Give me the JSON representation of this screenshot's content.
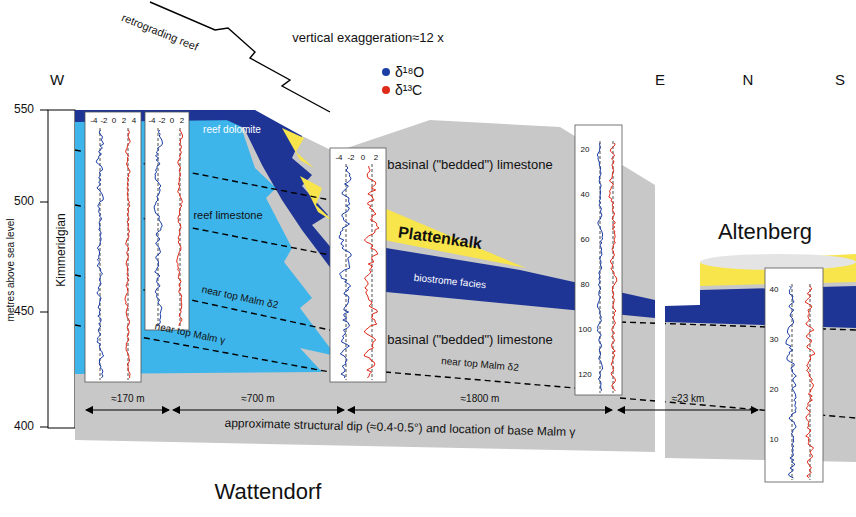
{
  "diagram": {
    "labels": [
      "retrograding reef",
      "vertical exaggeration≈12 x",
      "W",
      "E",
      "N",
      "S",
      "550",
      "500",
      "450",
      "400",
      "metres above sea level",
      "Kimmeridgian",
      "reef dolomite",
      "reef limestone",
      "basinal (\"bedded\") limestone",
      "Plattenkalk",
      "biostrome facies",
      "basinal (\"bedded\") limestone",
      "near top Malm δ2",
      "near top Malm γ",
      "near top Malm δ2",
      "Altenberg",
      "≈170 m",
      "≈700 m",
      "≈1800 m",
      "≈23 km",
      "approximate structural dip (≈0.4-0.5°) and location of base Malm γ",
      "Wattendorf",
      "-4",
      "-2",
      "0",
      "2",
      "4",
      "-4",
      "-2",
      "0",
      "2",
      "-4",
      "-2",
      "0",
      "2",
      "20",
      "40",
      "60",
      "80",
      "100",
      "120",
      "40",
      "30",
      "20",
      "10"
    ],
    "legend": [
      {
        "text": "δ¹⁸O",
        "color": "#1c3fa6"
      },
      {
        "text": "δ¹³C",
        "color": "#e02a1a"
      }
    ]
  }
}
